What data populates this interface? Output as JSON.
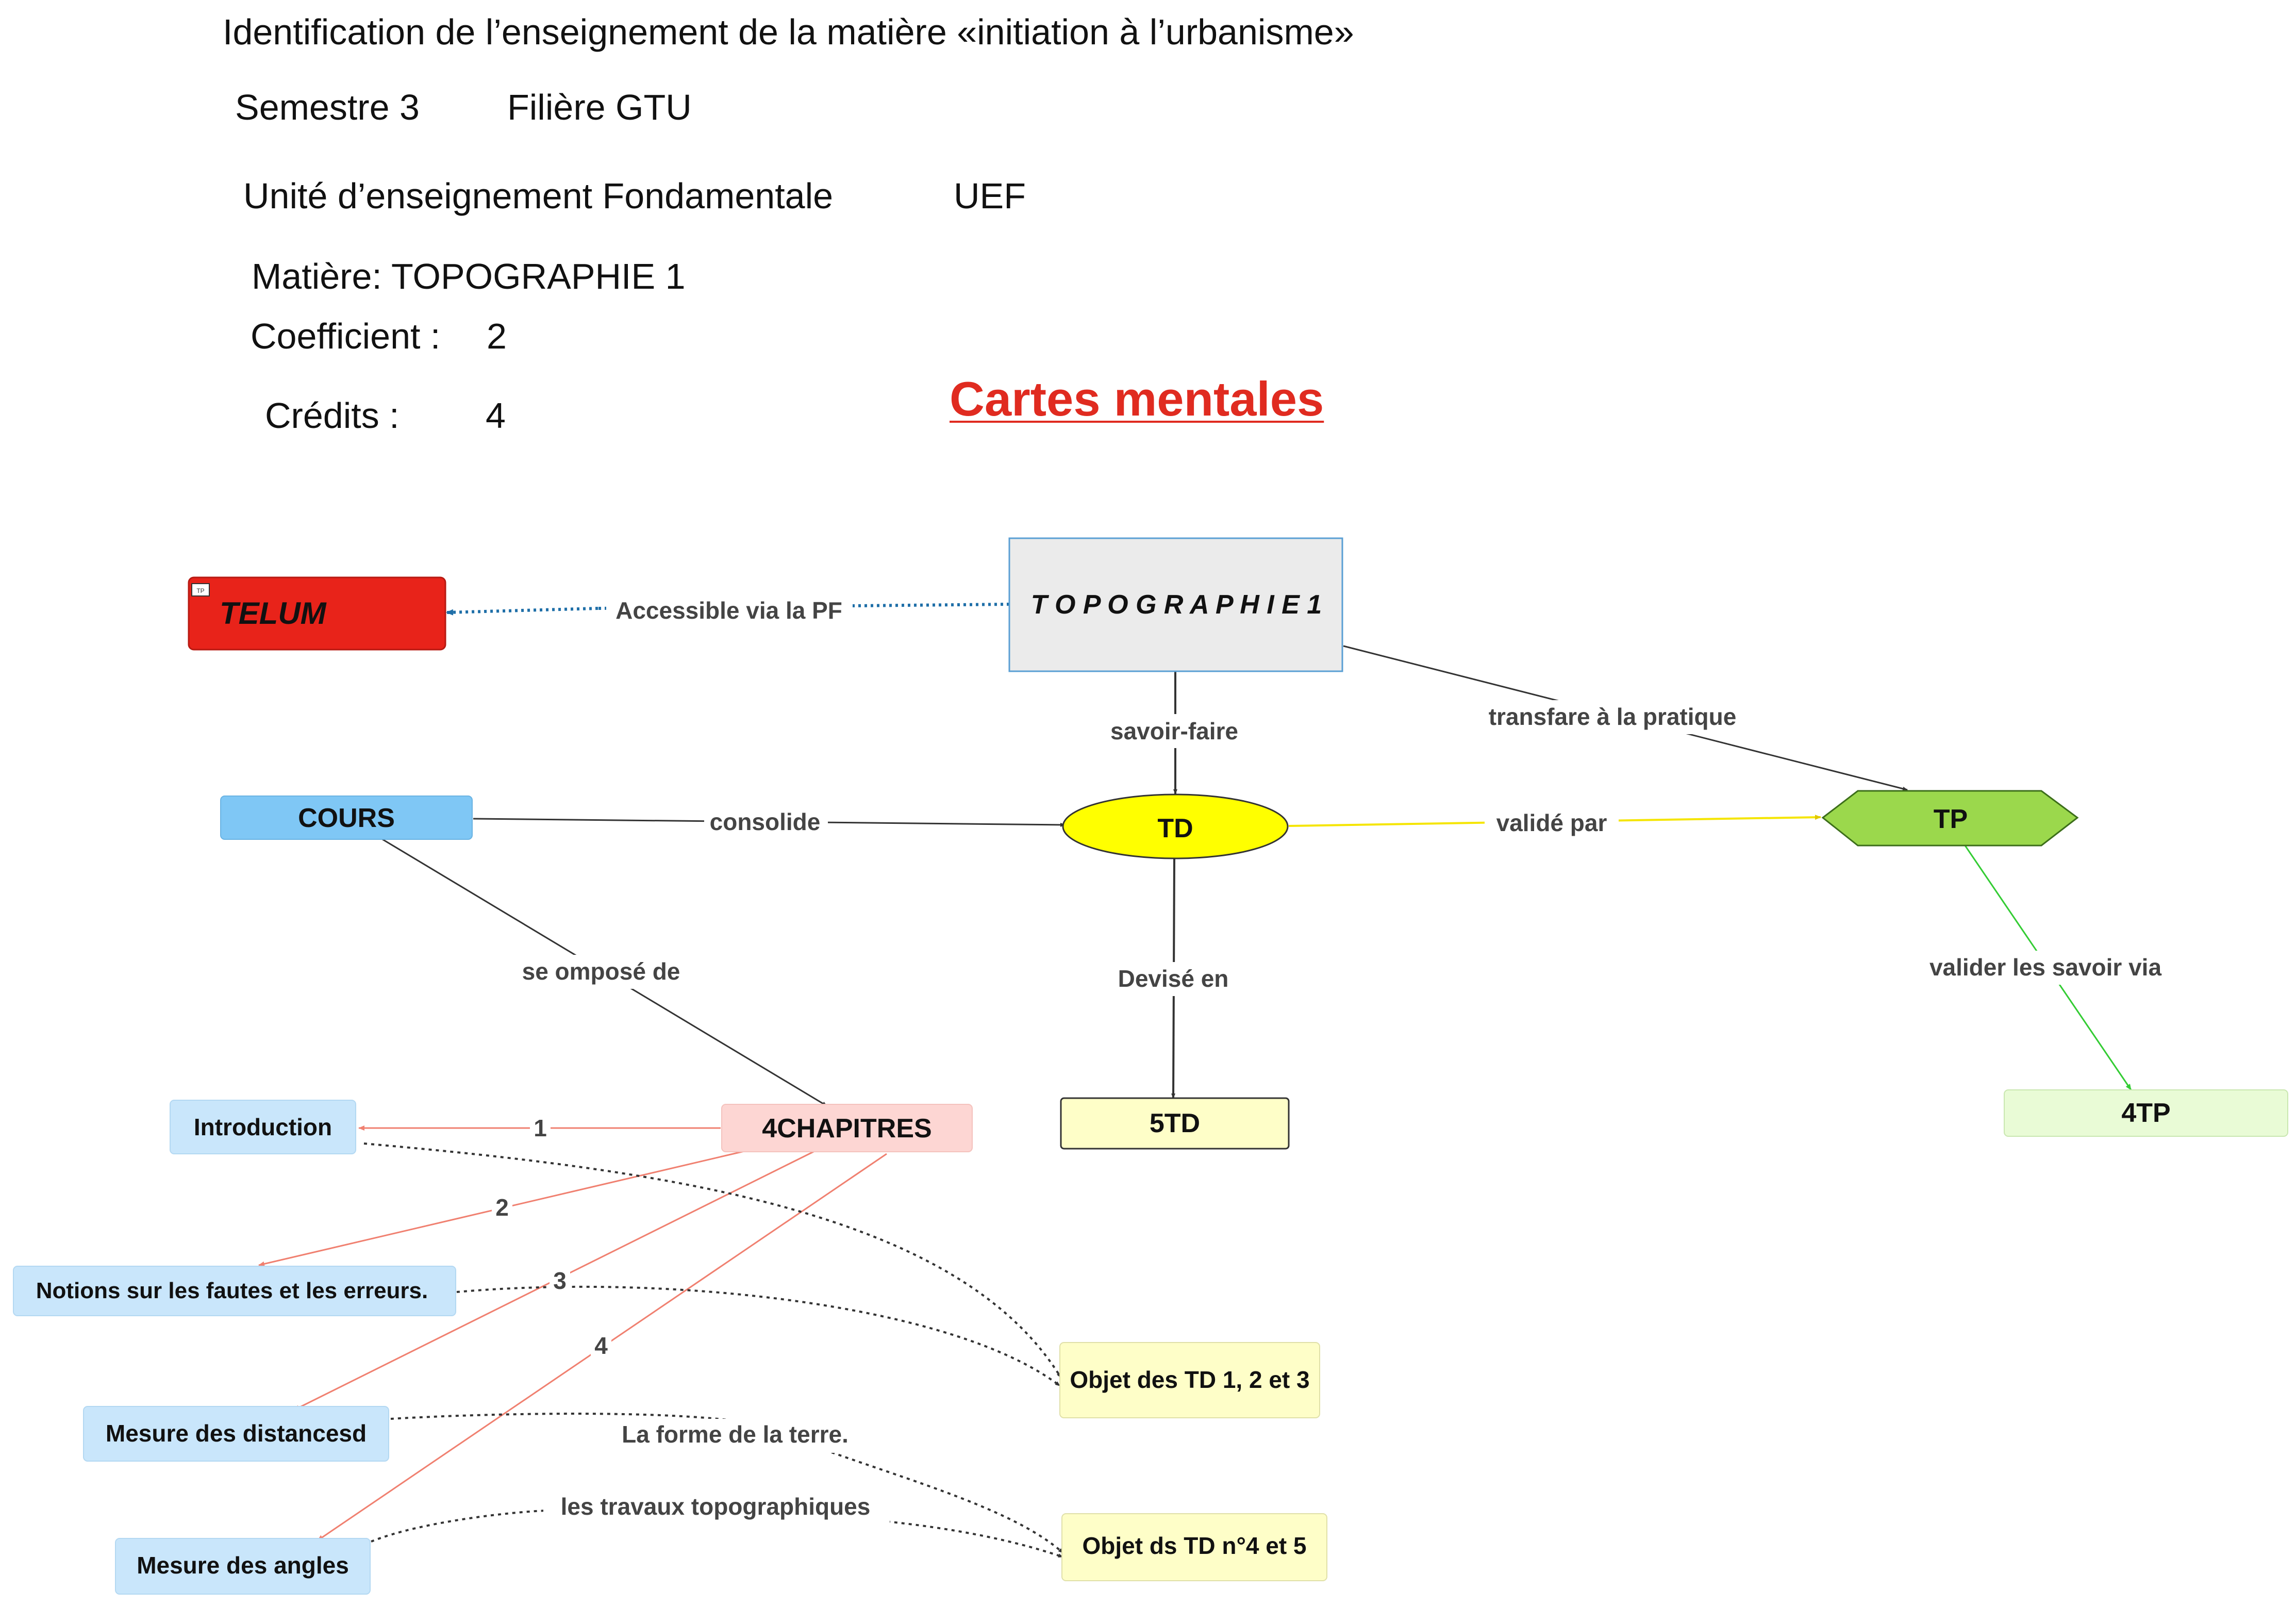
{
  "header": {
    "line1": "Identification de l’enseignement de la matière «initiation à l’urbanisme»",
    "semestre": "Semestre 3",
    "filiere": "Filière GTU",
    "unite": "Unité  d’enseignement  Fondamentale",
    "unite_code": "UEF",
    "matiere": "Matière: TOPOGRAPHIE 1",
    "coefficient_label": "Coefficient  :",
    "coefficient_value": "2",
    "credits_label": "Crédits   :",
    "credits_value": "4"
  },
  "map_title": "Cartes mentales",
  "nodes": {
    "topographie": "T O P O G R A P H I E 1",
    "telum": "TELUM",
    "telum_badge": "TP",
    "cours": "COURS",
    "td": "TD",
    "tp": "TP",
    "chapitres": "4CHAPITRES",
    "td5": "5TD",
    "tp4": "4TP",
    "introduction": "Introduction",
    "notions": "Notions sur les fautes et les erreurs.",
    "distances": "Mesure des distancesd",
    "angles": "Mesure des angles",
    "objet_td123": "Objet des TD 1, 2 et 3",
    "objet_td45": "Objet ds TD n°4 et 5"
  },
  "edges": {
    "accessible": "Accessible via la PF",
    "savoir_faire": "savoir-faire",
    "transfare": "transfare à la pratique",
    "consolide": "consolide",
    "valide_par": "validé par",
    "se_compose": "se omposé de",
    "devise_en": "Devisé en",
    "valider_savoir": "valider les savoir via",
    "n1": "1",
    "n2": "2",
    "n3": "3",
    "n4": "4",
    "forme_terre": "La forme de la terre.",
    "travaux": "les  travaux  topographiques"
  },
  "colors": {
    "title_red": "#e02b20",
    "telum_red": "#e8231a",
    "cours_blue": "#7fc7f5",
    "td_yellow": "#ffff00",
    "tp_green": "#9bd84c",
    "chapitres_pink": "#fdd6d3",
    "light_yellow": "#fefec8",
    "light_green": "#e9fbd6",
    "light_blue": "#c9e6fb",
    "red_link": "#f08070",
    "green_link": "#33cc33",
    "yellow_link": "#f5e500",
    "blue_link": "#1f6fa8"
  }
}
